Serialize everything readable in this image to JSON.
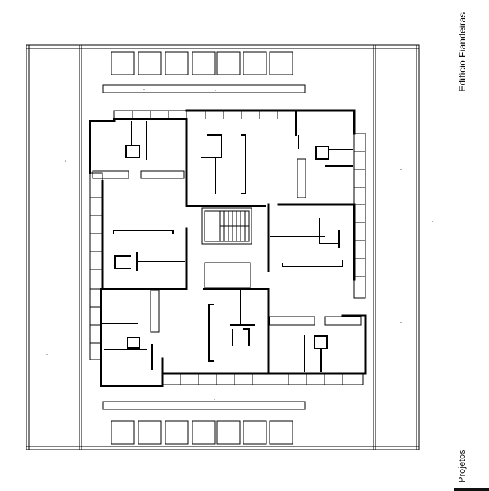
{
  "page": {
    "title": "Edifício Fiandeiras",
    "section": "Projetos"
  },
  "drawing": {
    "subject": "floor-plan",
    "line_color": "#000000",
    "background": "#ffffff"
  }
}
